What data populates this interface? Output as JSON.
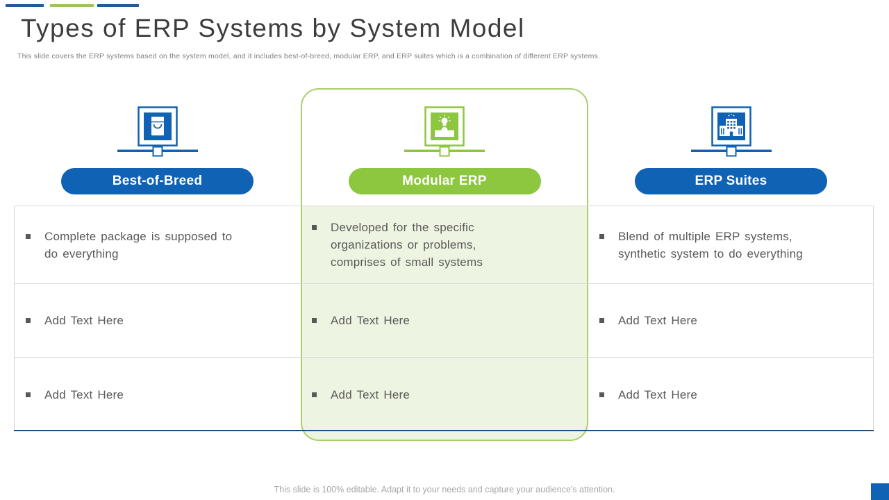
{
  "slide": {
    "title": "Types of ERP Systems by System Model",
    "subtitle": "This slide covers the ERP  systems based on the system model, and it includes best-of-breed, modular ERP,  and ERP  suites which is a combination  of different ERP  systems.",
    "footer": "This slide is 100% editable. Adapt it to your needs and capture your audience's attention."
  },
  "colors": {
    "accent_blue": "#0f62b4",
    "accent_green": "#8dc63f",
    "pale_green_fill": "#edf5e2",
    "green_border": "#a7cf6d",
    "bar_blue": "#215c98",
    "bar_green": "#9cc45e",
    "table_border": "#d9d9d9",
    "bottom_line_blue": "#1f4e79",
    "body_text": "#595959"
  },
  "columns": [
    {
      "id": "best-of-breed",
      "label": "Best-of-Breed",
      "icon": "shopping-bag-monitor-icon",
      "accent": "#0f62b4",
      "highlighted": false,
      "rows": [
        "Complete package is supposed to\ndo everything",
        "Add Text Here",
        "Add Text Here"
      ]
    },
    {
      "id": "modular-erp",
      "label": "Modular ERP",
      "icon": "idea-lightbulb-monitor-icon",
      "accent": "#8dc63f",
      "highlighted": true,
      "rows": [
        "Developed for the specific\norganizations or problems,\ncomprises of small systems",
        "Add Text Here",
        "Add Text Here"
      ]
    },
    {
      "id": "erp-suites",
      "label": "ERP Suites",
      "icon": "building-monitor-icon",
      "accent": "#0f62b4",
      "highlighted": false,
      "rows": [
        "Blend of multiple ERP systems,\nsynthetic system to do everything",
        "Add Text Here",
        "Add Text Here"
      ]
    }
  ]
}
